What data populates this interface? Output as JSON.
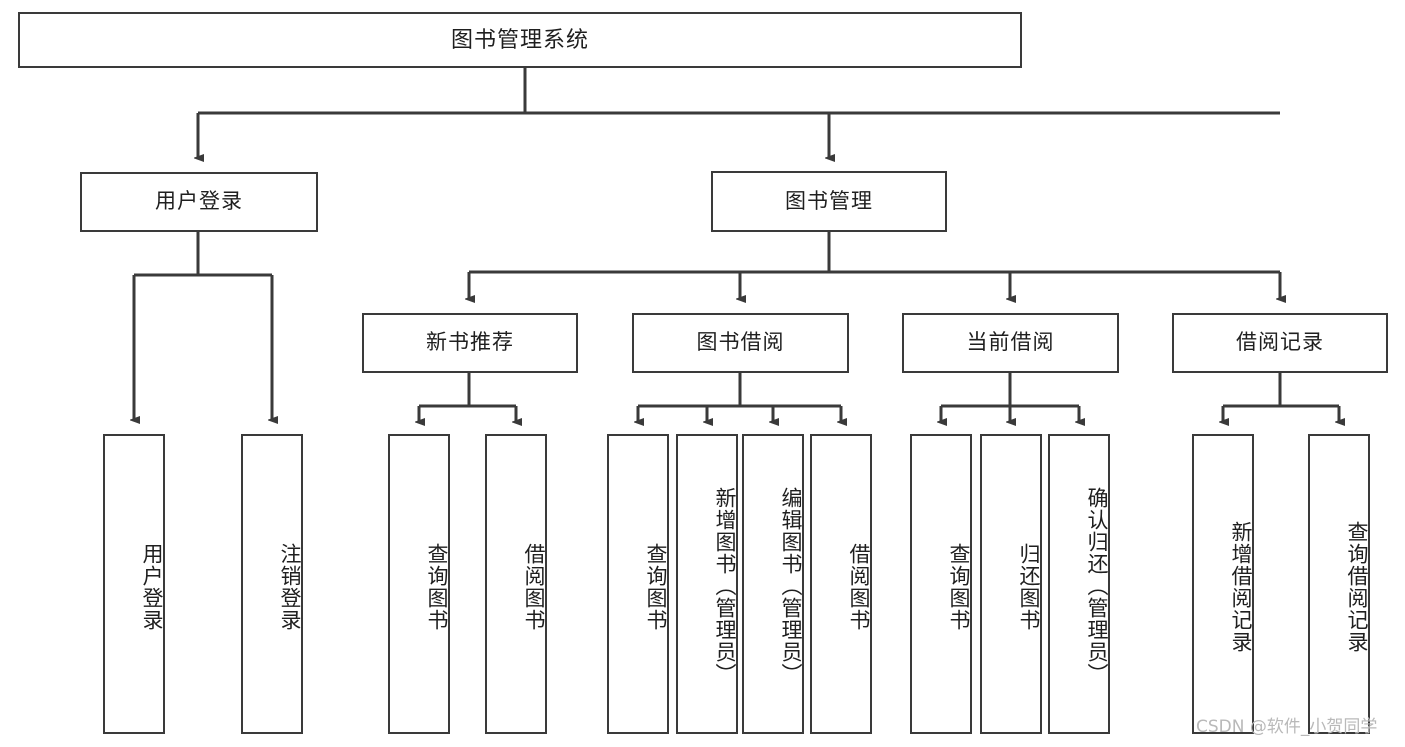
{
  "diagram": {
    "type": "tree-hierarchy",
    "title": "图书管理系统",
    "watermark": "CSDN @软件_小贺同学",
    "colors": {
      "background": "#ffffff",
      "border": "#3a3a3a",
      "connector": "#3a3a3a",
      "text": "#1f1f1f",
      "watermark": "#b9b9b9"
    },
    "root": {
      "label": "图书管理系统"
    },
    "level2": [
      {
        "label": "用户登录"
      },
      {
        "label": "图书管理"
      }
    ],
    "level3": [
      {
        "label": "新书推荐"
      },
      {
        "label": "图书借阅"
      },
      {
        "label": "当前借阅"
      },
      {
        "label": "借阅记录"
      }
    ],
    "leaves": {
      "user_login": [
        {
          "label": "用户登录"
        },
        {
          "label": "注销登录"
        }
      ],
      "new_book": [
        {
          "label": "查询图书"
        },
        {
          "label": "借阅图书"
        }
      ],
      "book_borrow": [
        {
          "label": "查询图书"
        },
        {
          "label": "新增图书（管理员）"
        },
        {
          "label": "编辑图书（管理员）"
        },
        {
          "label": "借阅图书"
        }
      ],
      "current_borrow": [
        {
          "label": "查询图书"
        },
        {
          "label": "归还图书"
        },
        {
          "label": "确认归还（管理员）"
        }
      ],
      "borrow_record": [
        {
          "label": "新增借阅记录"
        },
        {
          "label": "查询借阅记录"
        }
      ]
    }
  }
}
